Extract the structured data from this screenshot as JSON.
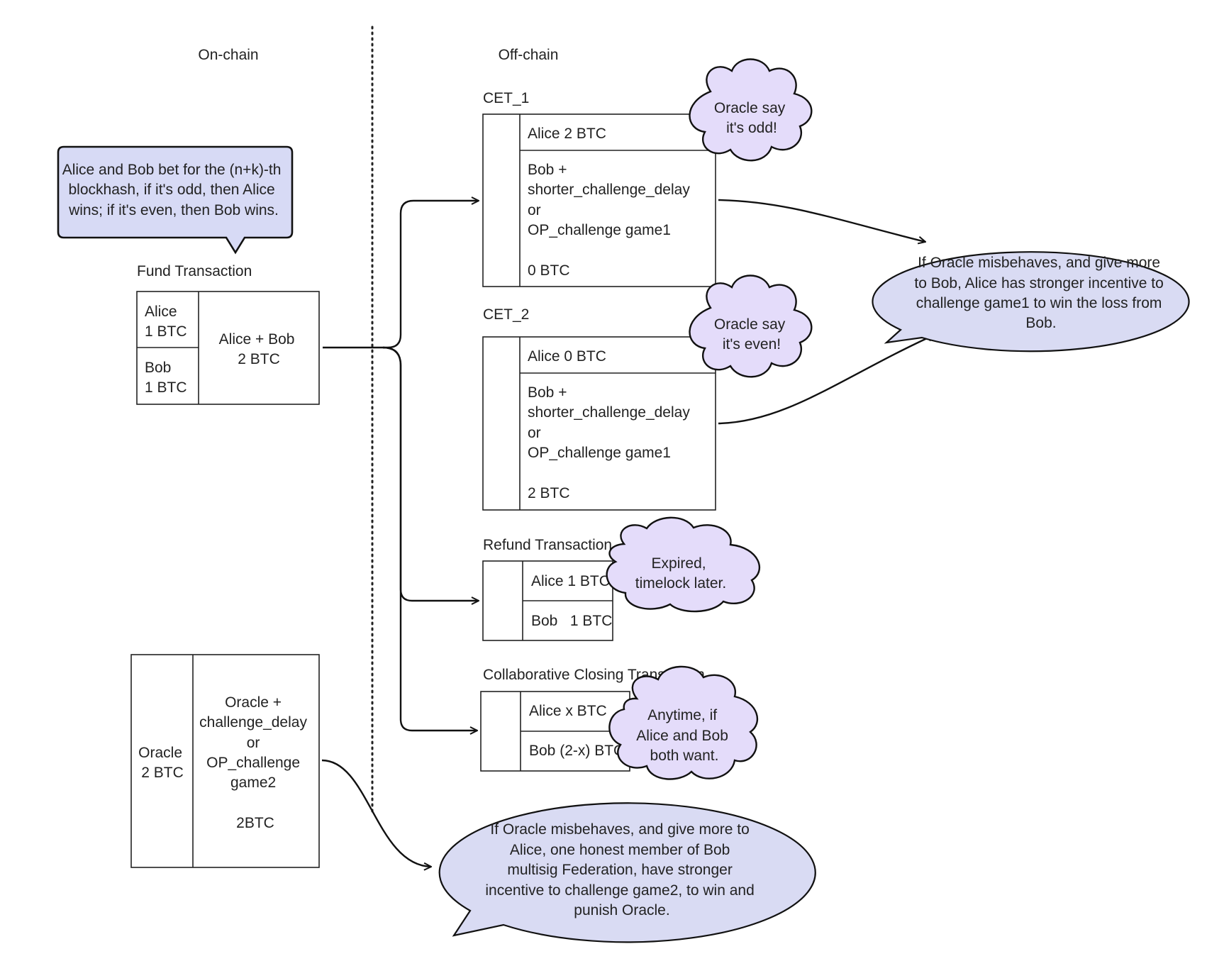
{
  "sections": {
    "on_chain": "On-chain",
    "off_chain": "Off-chain"
  },
  "bet_note": [
    "Alice and Bob bet for the (n+k)-th",
    "blockhash, if it's odd, then Alice",
    "wins; if it's even, then Bob wins."
  ],
  "fund_tx": {
    "title": "Fund Transaction",
    "input_alice": [
      "Alice",
      "1 BTC"
    ],
    "input_bob": [
      "Bob",
      "1 BTC"
    ],
    "output": [
      "Alice + Bob",
      "2 BTC"
    ]
  },
  "oracle_tx": {
    "input": [
      "Oracle",
      "2 BTC"
    ],
    "output": [
      "Oracle +",
      "challenge_delay",
      "or",
      "OP_challenge",
      "game2",
      "",
      "2BTC"
    ]
  },
  "cet1": {
    "title": "CET_1",
    "out1": "Alice 2 BTC",
    "out2": [
      "Bob +",
      "shorter_challenge_delay",
      "or",
      "OP_challenge game1",
      "",
      "0 BTC"
    ],
    "cloud": [
      "Oracle say",
      "it's odd!"
    ]
  },
  "cet2": {
    "title": "CET_2",
    "out1": "Alice 0 BTC",
    "out2": [
      "Bob +",
      "shorter_challenge_delay",
      "or",
      "OP_challenge game1",
      "",
      "2 BTC"
    ],
    "cloud": [
      "Oracle say",
      "it's even!"
    ]
  },
  "refund_tx": {
    "title": "Refund Transaction",
    "out1": "Alice 1 BTC",
    "out2": "Bob   1 BTC",
    "cloud": [
      "Expired,",
      "timelock later."
    ]
  },
  "collab_tx": {
    "title": "Collaborative Closing Transaction",
    "out1": "Alice x BTC",
    "out2": "Bob (2-x) BTC",
    "cloud": [
      "Anytime, if",
      "Alice and Bob",
      "both want."
    ]
  },
  "bubble_bob": [
    "If Oracle misbehaves, and give more",
    "to Bob, Alice has stronger incentive to",
    "challenge game1 to win the loss from",
    "Bob."
  ],
  "bubble_alice": [
    "If Oracle misbehaves, and give more to",
    "Alice, one honest member of Bob",
    "multisig Federation, have stronger",
    "incentive to challenge game2, to win and",
    "punish Oracle."
  ],
  "colors": {
    "cloud_fill": "#e4dcfa",
    "bubble_fill": "#d9dbf3",
    "callout_fill": "#d7daf5"
  }
}
